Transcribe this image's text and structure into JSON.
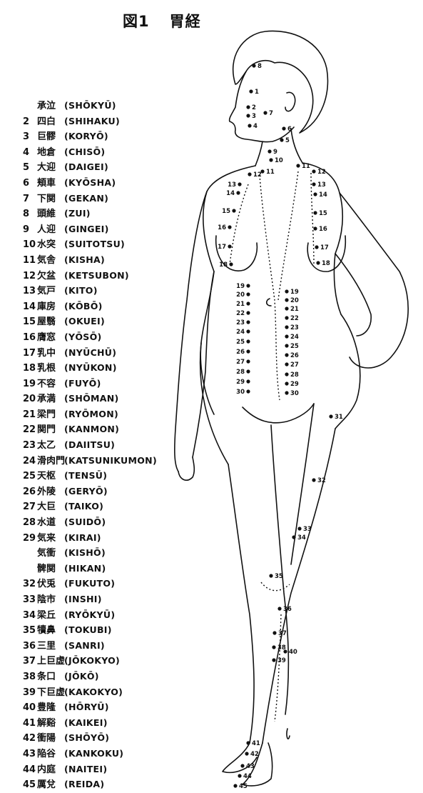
{
  "title": {
    "figure": "図1",
    "meridian": "胃経"
  },
  "legend": [
    {
      "num": "",
      "kanji": "承泣",
      "romaji": "(SHŌKYŪ)"
    },
    {
      "num": "2",
      "kanji": "四白",
      "romaji": "(SHIHAKU)"
    },
    {
      "num": "3",
      "kanji": "巨髎",
      "romaji": "(KORYŌ)"
    },
    {
      "num": "4",
      "kanji": "地倉",
      "romaji": "(CHISŌ)"
    },
    {
      "num": "5",
      "kanji": "大迎",
      "romaji": "(DAIGEI)"
    },
    {
      "num": "6",
      "kanji": "頬車",
      "romaji": "(KYŌSHA)"
    },
    {
      "num": "7",
      "kanji": "下関",
      "romaji": "(GEKAN)"
    },
    {
      "num": "8",
      "kanji": "頭維",
      "romaji": "(ZUI)"
    },
    {
      "num": "9",
      "kanji": "人迎",
      "romaji": "(GINGEI)"
    },
    {
      "num": "10",
      "kanji": "水突",
      "romaji": "(SUITOTSU)"
    },
    {
      "num": "11",
      "kanji": "気舎",
      "romaji": "(KISHA)"
    },
    {
      "num": "12",
      "kanji": "欠盆",
      "romaji": "(KETSUBON)"
    },
    {
      "num": "13",
      "kanji": "気戸",
      "romaji": "(KITO)"
    },
    {
      "num": "14",
      "kanji": "庫房",
      "romaji": "(KŌBŌ)"
    },
    {
      "num": "15",
      "kanji": "屋翳",
      "romaji": "(OKUEI)"
    },
    {
      "num": "16",
      "kanji": "膺窓",
      "romaji": "(YŌSŌ)"
    },
    {
      "num": "17",
      "kanji": "乳中",
      "romaji": "(NYŪCHŪ)"
    },
    {
      "num": "18",
      "kanji": "乳根",
      "romaji": "(NYŪKON)"
    },
    {
      "num": "19",
      "kanji": "不容",
      "romaji": "(FUYŌ)"
    },
    {
      "num": "20",
      "kanji": "承満",
      "romaji": "(SHŌMAN)"
    },
    {
      "num": "21",
      "kanji": "梁門",
      "romaji": "(RYŌMON)"
    },
    {
      "num": "22",
      "kanji": "関門",
      "romaji": "(KANMON)"
    },
    {
      "num": "23",
      "kanji": "太乙",
      "romaji": "(DAIITSU)"
    },
    {
      "num": "24",
      "kanji": "滑肉門",
      "romaji": "(KATSUNIKUMON)"
    },
    {
      "num": "25",
      "kanji": "天枢",
      "romaji": "(TENSŪ)"
    },
    {
      "num": "26",
      "kanji": "外陵",
      "romaji": "(GERYŌ)"
    },
    {
      "num": "27",
      "kanji": "大巨",
      "romaji": "(TAIKO)"
    },
    {
      "num": "28",
      "kanji": "水道",
      "romaji": "(SUIDŌ)"
    },
    {
      "num": "29",
      "kanji": "気来",
      "romaji": "(KIRAI)"
    },
    {
      "num": "",
      "kanji": "気衝",
      "romaji": "(KISHŌ)"
    },
    {
      "num": "",
      "kanji": "髀関",
      "romaji": "(HIKAN)"
    },
    {
      "num": "32",
      "kanji": "伏兎",
      "romaji": "(FUKUTO)"
    },
    {
      "num": "33",
      "kanji": "陰市",
      "romaji": "(INSHI)"
    },
    {
      "num": "34",
      "kanji": "梁丘",
      "romaji": "(RYŌKYŪ)"
    },
    {
      "num": "35",
      "kanji": "犢鼻",
      "romaji": "(TOKUBI)"
    },
    {
      "num": "36",
      "kanji": "三里",
      "romaji": "(SANRI)"
    },
    {
      "num": "37",
      "kanji": "上巨虚",
      "romaji": "(JŌKOKYO)"
    },
    {
      "num": "38",
      "kanji": "条口",
      "romaji": "(JŌKŌ)"
    },
    {
      "num": "39",
      "kanji": "下巨虚",
      "romaji": "(KAKOKYO)"
    },
    {
      "num": "40",
      "kanji": "豊隆",
      "romaji": "(HŌRYŪ)"
    },
    {
      "num": "41",
      "kanji": "解谿",
      "romaji": "(KAIKEI)"
    },
    {
      "num": "42",
      "kanji": "衝陽",
      "romaji": "(SHŌYŌ)"
    },
    {
      "num": "43",
      "kanji": "陥谷",
      "romaji": "(KANKOKU)"
    },
    {
      "num": "44",
      "kanji": "内庭",
      "romaji": "(NAITEI)"
    },
    {
      "num": "45",
      "kanji": "厲兌",
      "romaji": "(REIDA)"
    }
  ],
  "point_labels": {
    "head": [
      "8",
      "1",
      "2",
      "3",
      "4",
      "7",
      "6",
      "5",
      "9",
      "10",
      "11",
      "11",
      "12",
      "12"
    ],
    "chest_left": [
      "13",
      "14",
      "15",
      "16",
      "17",
      "18"
    ],
    "chest_right": [
      "13",
      "14",
      "15",
      "16",
      "17",
      "18"
    ],
    "abdomen_left": [
      "19",
      "20",
      "21",
      "22",
      "23",
      "24",
      "25",
      "26",
      "27",
      "28",
      "29",
      "30"
    ],
    "abdomen_right": [
      "19",
      "20",
      "21",
      "22",
      "23",
      "24",
      "25",
      "26",
      "27",
      "28",
      "29",
      "30"
    ],
    "leg": [
      "31",
      "32",
      "33",
      "34",
      "35",
      "36",
      "37",
      "38",
      "39",
      "40",
      "41",
      "42",
      "43",
      "44",
      "45"
    ]
  }
}
